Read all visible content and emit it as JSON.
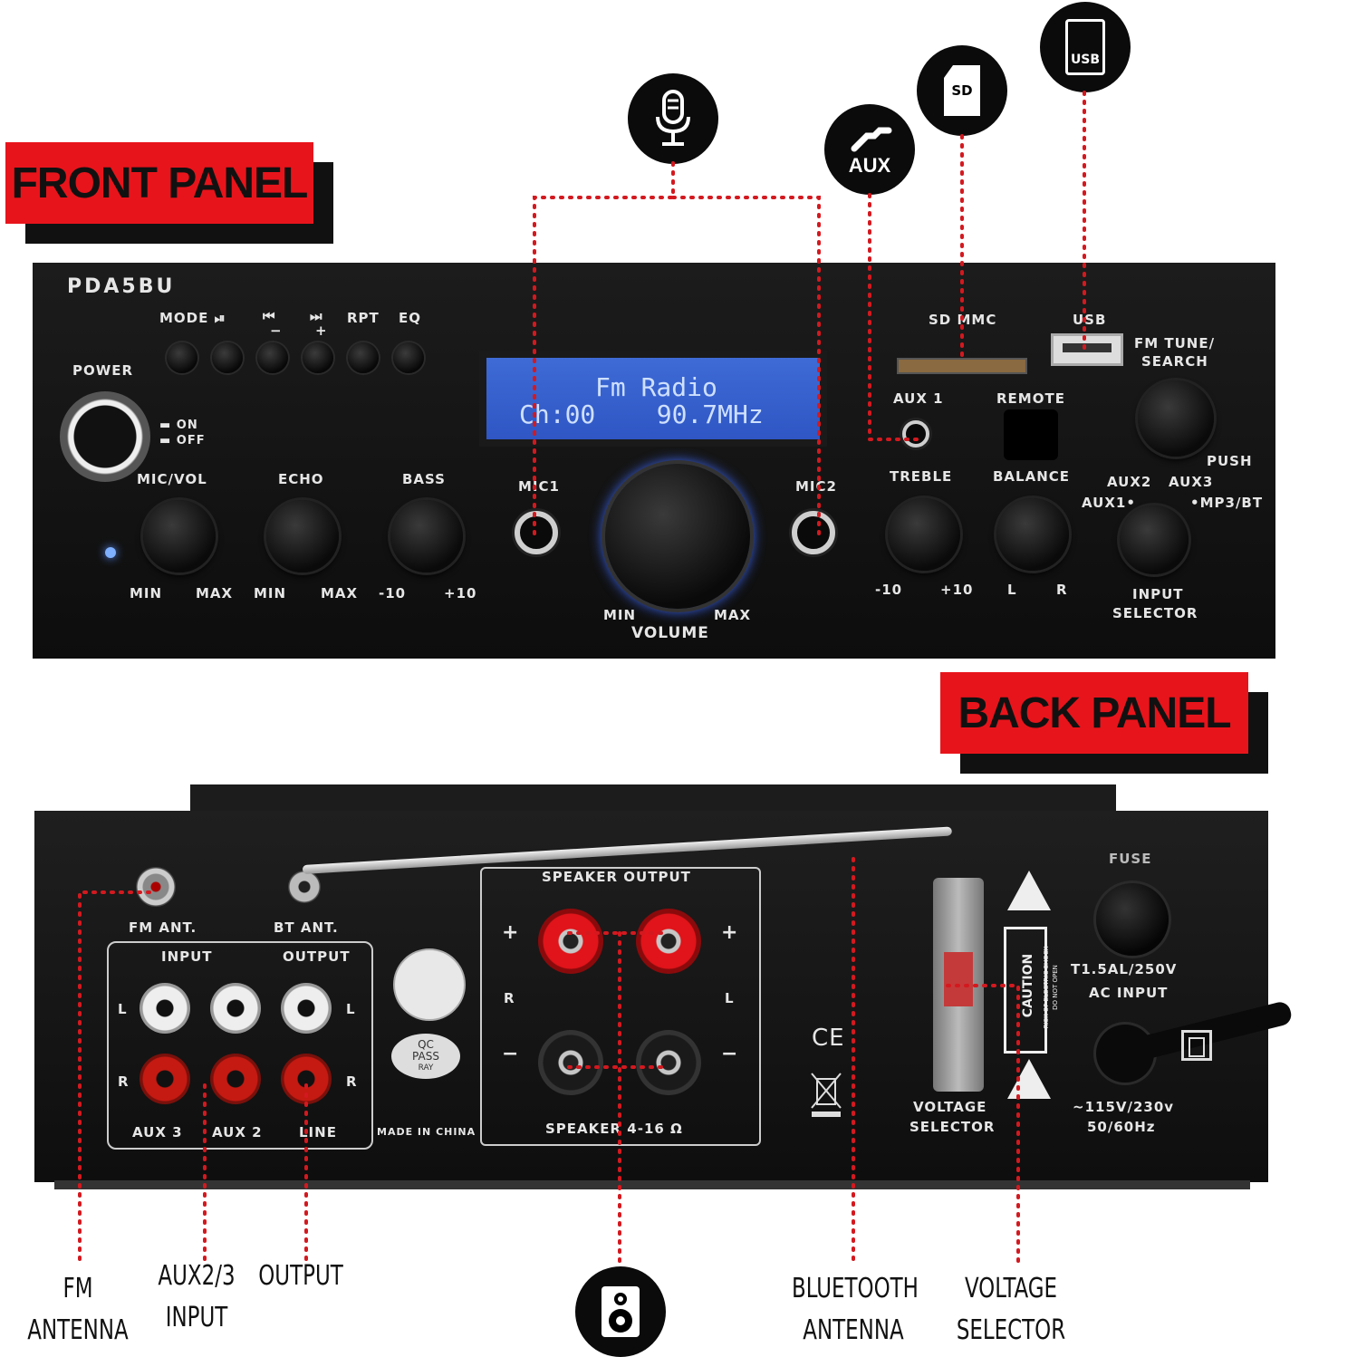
{
  "banners": {
    "front": "FRONT PANEL",
    "back": "BACK PANEL"
  },
  "front": {
    "model": "PDA5BU",
    "mode": "MODE ⏯",
    "prev": "⏮",
    "prev_sign": "−",
    "next": "⏭",
    "next_sign": "+",
    "rpt": "RPT",
    "eq": "EQ",
    "power": "POWER",
    "on": "▬ ON",
    "off": "▬ OFF",
    "lcd_line1": "Fm Radio",
    "lcd_line2": "Ch:00    90.7MHz",
    "sd_mmc": "SD MMC",
    "usb": "USB",
    "fm_tune": "FM TUNE/",
    "search": "SEARCH",
    "push": "PUSH",
    "aux1": "AUX 1",
    "remote": "REMOTE",
    "mic_vol": "MIC/VOL",
    "echo": "ECHO",
    "bass": "BASS",
    "mic1": "MIC1",
    "mic2": "MIC2",
    "treble": "TREBLE",
    "balance": "BALANCE",
    "sel_aux2": "AUX2",
    "sel_aux3": "AUX3",
    "sel_aux1": "AUX1•",
    "sel_mp3": "•MP3/BT",
    "min": "MIN",
    "max": "MAX",
    "minus10": "-10",
    "plus10": "+10",
    "l": "L",
    "r": "R",
    "volume": "VOLUME",
    "input": "INPUT",
    "selector": "SELECTOR"
  },
  "back": {
    "fm_ant": "FM  ANT.",
    "bt_ant": "BT  ANT.",
    "input": "INPUT",
    "output": "OUTPUT",
    "l": "L",
    "r": "R",
    "aux3": "AUX 3",
    "aux2": "AUX 2",
    "line": "LINE",
    "made_in_china": "MADE  IN  CHINA",
    "qc1": "QC",
    "qc2": "PASS",
    "qc3": "RAY",
    "speaker_output": "SPEAKER OUTPUT",
    "plus": "+",
    "minus": "−",
    "speaker": "SPEAKER 4-16 Ω",
    "ce": "CE",
    "voltage": "VOLTAGE",
    "selector": "SELECTOR",
    "caution": "CAUTION",
    "caution_sub1": "RISK OF ELECTRIC SHOCK",
    "caution_sub2": "DO NOT OPEN",
    "fuse": "FUSE",
    "fuse_rating": "T1.5AL/250V",
    "ac_input": "AC INPUT",
    "voltage_range": "~115V/230v",
    "hz": "50/60Hz"
  },
  "icons": {
    "aux": "AUX",
    "sd": "SD",
    "usb": "USB"
  },
  "captions": {
    "fm1": "FM",
    "fm2": "ANTENNA",
    "aux1": "AUX2/3",
    "aux2": "INPUT",
    "output": "OUTPUT",
    "bt1": "BLUETOOTH",
    "bt2": "ANTENNA",
    "vs1": "VOLTAGE",
    "vs2": "SELECTOR"
  },
  "colors": {
    "accent_red": "#e8141b",
    "panel": "#141414",
    "lcd": "#3e6bd6"
  }
}
